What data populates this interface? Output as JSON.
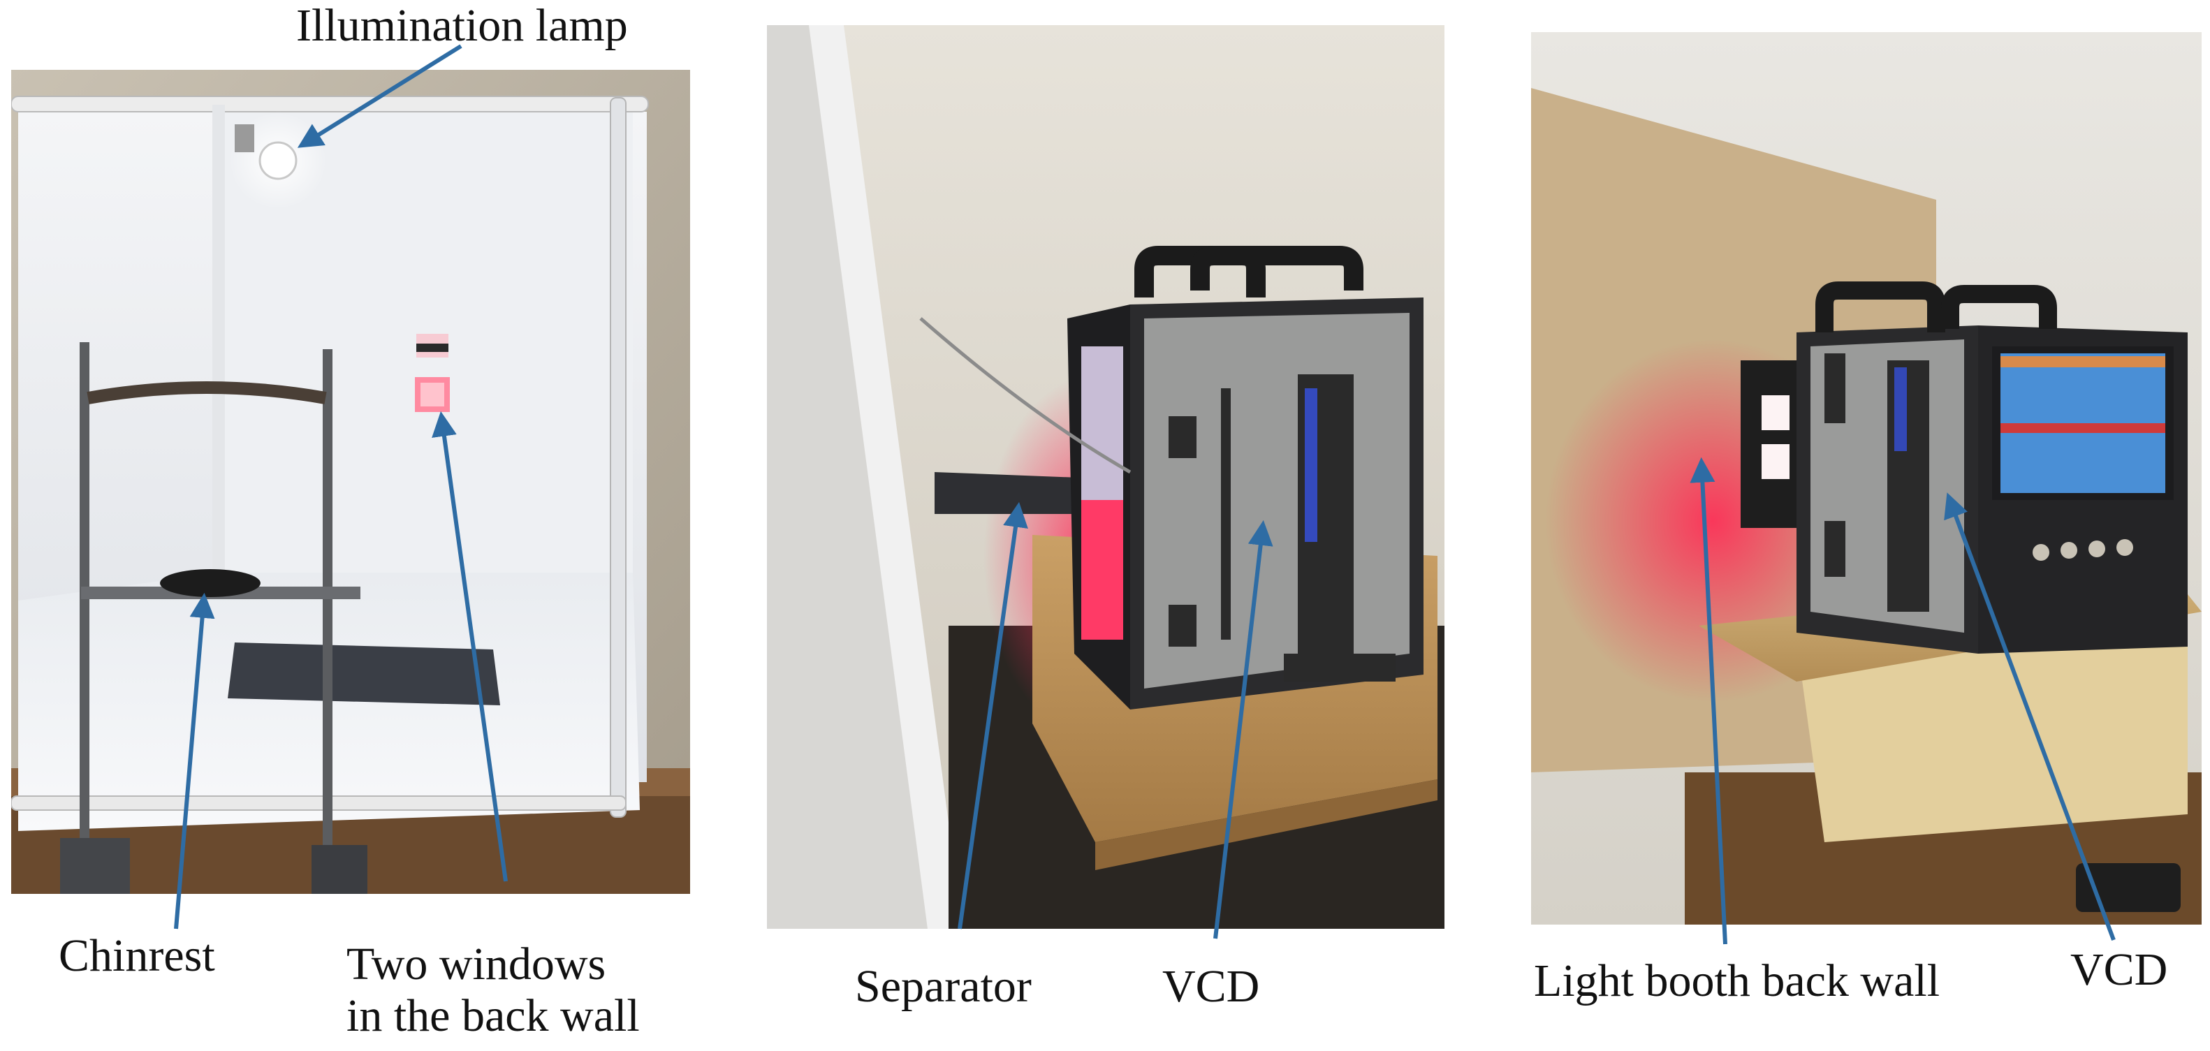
{
  "labels": {
    "illumination_lamp": "Illumination lamp",
    "chinrest": "Chinrest",
    "two_windows_line1": "Two windows",
    "two_windows_line2": "in the back wall",
    "separator": "Separator",
    "vcd_middle": "VCD",
    "light_booth_back_wall": "Light booth back wall",
    "vcd_right": "VCD"
  },
  "colors": {
    "arrow": "#2e6ca4",
    "label_text": "#111111",
    "red_glow": "#ff2a55",
    "device_body": "#2b2b2b",
    "device_panel": "#9a9b9a",
    "screen_blue": "#4a8fd6"
  }
}
